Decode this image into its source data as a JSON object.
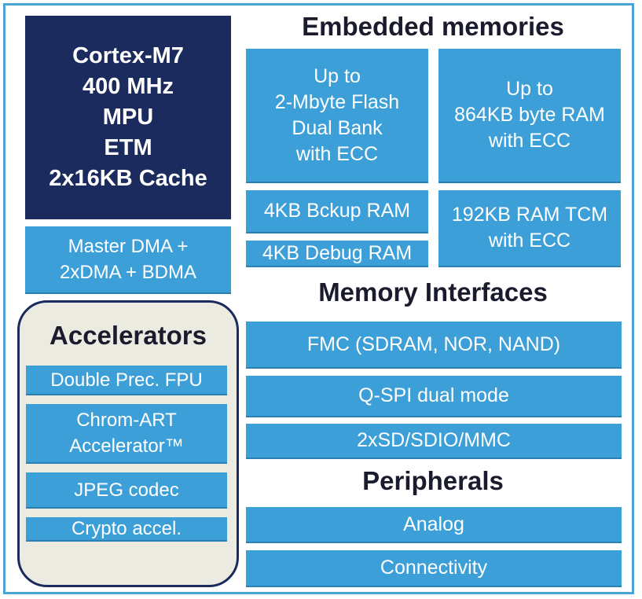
{
  "core": {
    "lines": [
      "Cortex-M7",
      "400 MHz",
      "MPU",
      "ETM",
      "2x16KB Cache"
    ]
  },
  "dma": {
    "lines": [
      "Master DMA +",
      "2xDMA + BDMA"
    ]
  },
  "accelerators": {
    "title": "Accelerators",
    "items": [
      {
        "lines": [
          "Double Prec. FPU"
        ]
      },
      {
        "lines": [
          "Chrom-ART",
          "Accelerator™"
        ]
      },
      {
        "lines": [
          "JPEG codec"
        ]
      },
      {
        "lines": [
          "Crypto accel."
        ]
      }
    ]
  },
  "embedded_memories": {
    "title": "Embedded memories",
    "flash": {
      "lines": [
        "Up to",
        "2-Mbyte Flash",
        "Dual Bank",
        "with ECC"
      ]
    },
    "ram": {
      "lines": [
        "Up to",
        "864KB byte RAM",
        "with ECC"
      ]
    },
    "backup_ram": {
      "lines": [
        "4KB Bckup RAM"
      ]
    },
    "debug_ram": {
      "lines": [
        "4KB Debug RAM"
      ]
    },
    "tcm": {
      "lines": [
        "192KB RAM TCM",
        "with ECC"
      ]
    }
  },
  "memory_interfaces": {
    "title": "Memory Interfaces",
    "items": [
      {
        "lines": [
          "FMC (SDRAM, NOR, NAND)"
        ]
      },
      {
        "lines": [
          "Q-SPI dual mode"
        ]
      },
      {
        "lines": [
          "2xSD/SDIO/MMC"
        ]
      }
    ]
  },
  "peripherals": {
    "title": "Peripherals",
    "items": [
      {
        "lines": [
          "Analog"
        ]
      },
      {
        "lines": [
          "Connectivity"
        ]
      }
    ]
  },
  "colors": {
    "block_blue": "#3d9fd8",
    "core_navy": "#1c2b5e",
    "panel_bg": "#ecebe1",
    "frame": "#4ba3d6"
  }
}
